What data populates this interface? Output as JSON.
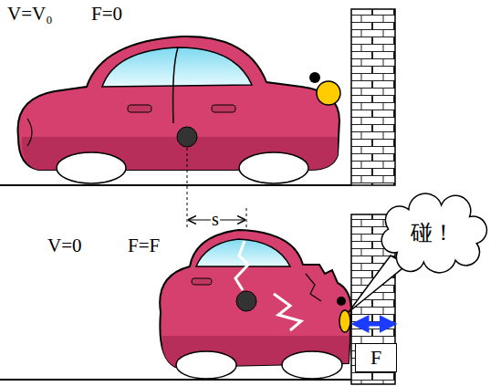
{
  "diagram": {
    "nodes": [
      {
        "text": [
          "碰！"
        ]
      },
      {
        "text": [
          "F"
        ]
      }
    ],
    "labels": [
      "V=V₀",
      "F=0",
      "s",
      "V=0",
      "F=F"
    ]
  }
}
